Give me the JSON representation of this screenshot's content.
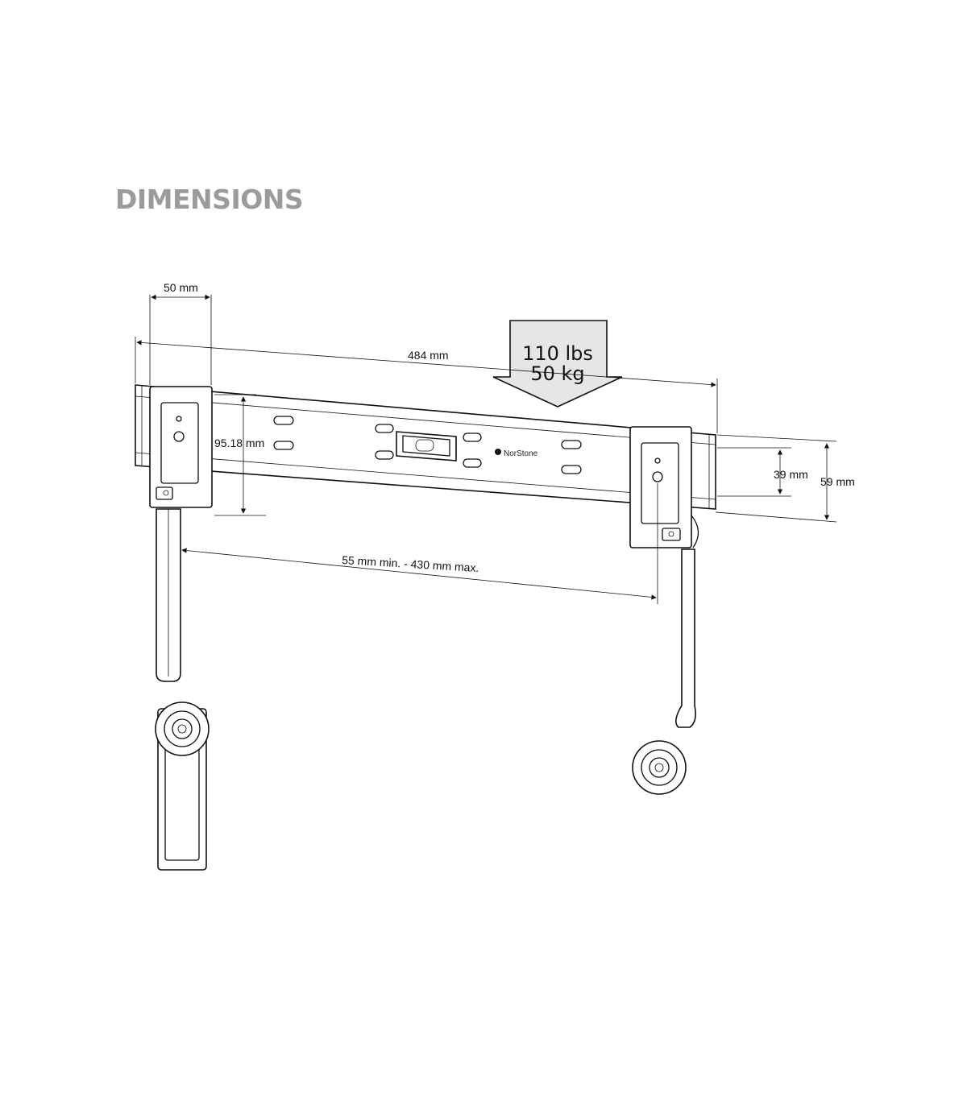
{
  "page": {
    "title": "DIMENSIONS"
  },
  "dimensions": {
    "bracket_width": "50 mm",
    "overall_width": "484 mm",
    "height_95": "95.18 mm",
    "inner_39": "39 mm",
    "outer_59": "59 mm",
    "spacing": "55 mm min. - 430 mm max."
  },
  "weight": {
    "lbs": "110 lbs",
    "kg": "50 kg"
  },
  "brand": {
    "name": "NorStone"
  },
  "colors": {
    "title": "#9b9b9b",
    "line": "#111111",
    "arrow_fill": "#e6e6e6"
  }
}
